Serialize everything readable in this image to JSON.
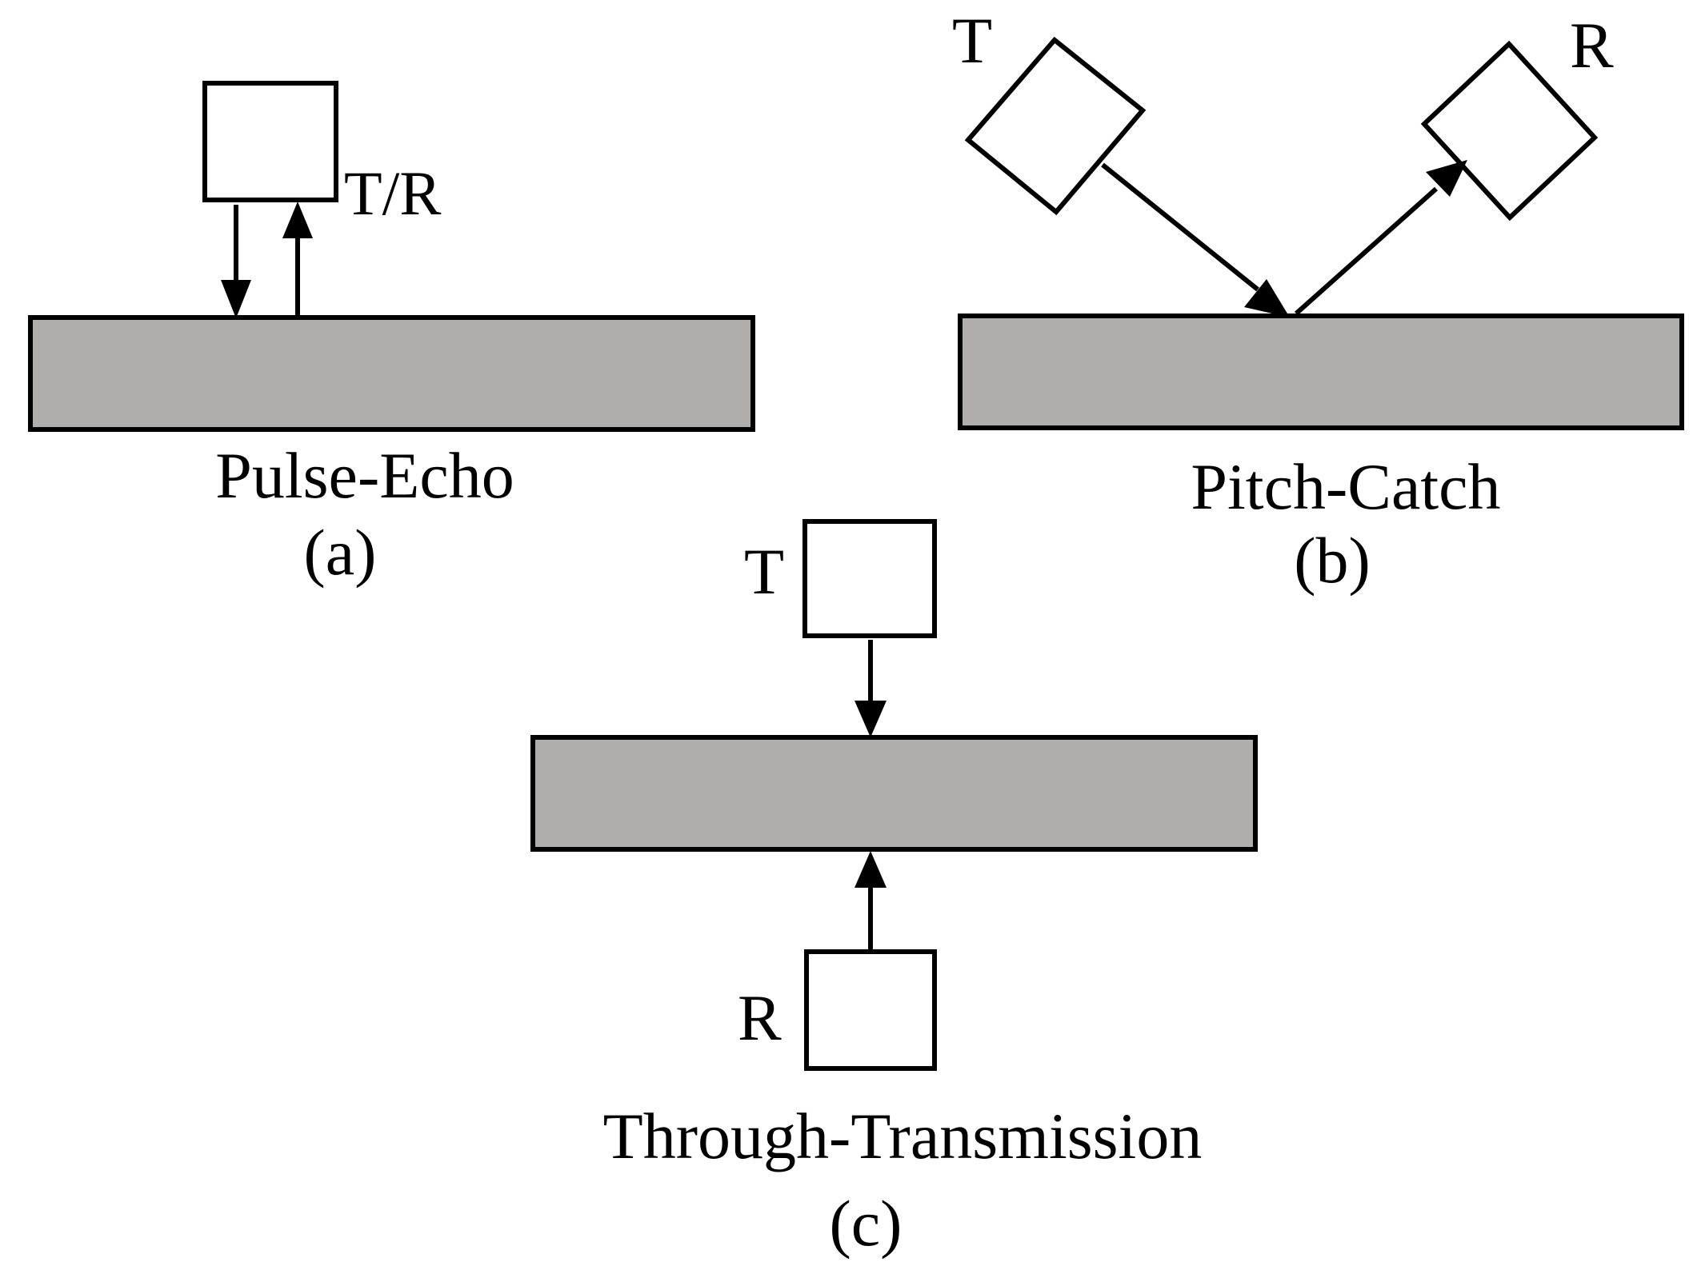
{
  "colors": {
    "specimen_fill": "#b0adac",
    "stroke": "#000000",
    "background": "#ffffff"
  },
  "panel_a": {
    "transducer_label": "T/R",
    "mode_name": "Pulse-Echo",
    "caption": "(a)"
  },
  "panel_b": {
    "transmitter_label": "T",
    "receiver_label": "R",
    "mode_name": "Pitch-Catch",
    "caption": "(b)"
  },
  "panel_c": {
    "transmitter_label": "T",
    "receiver_label": "R",
    "mode_name": "Through-Transmission",
    "caption": "(c)"
  }
}
